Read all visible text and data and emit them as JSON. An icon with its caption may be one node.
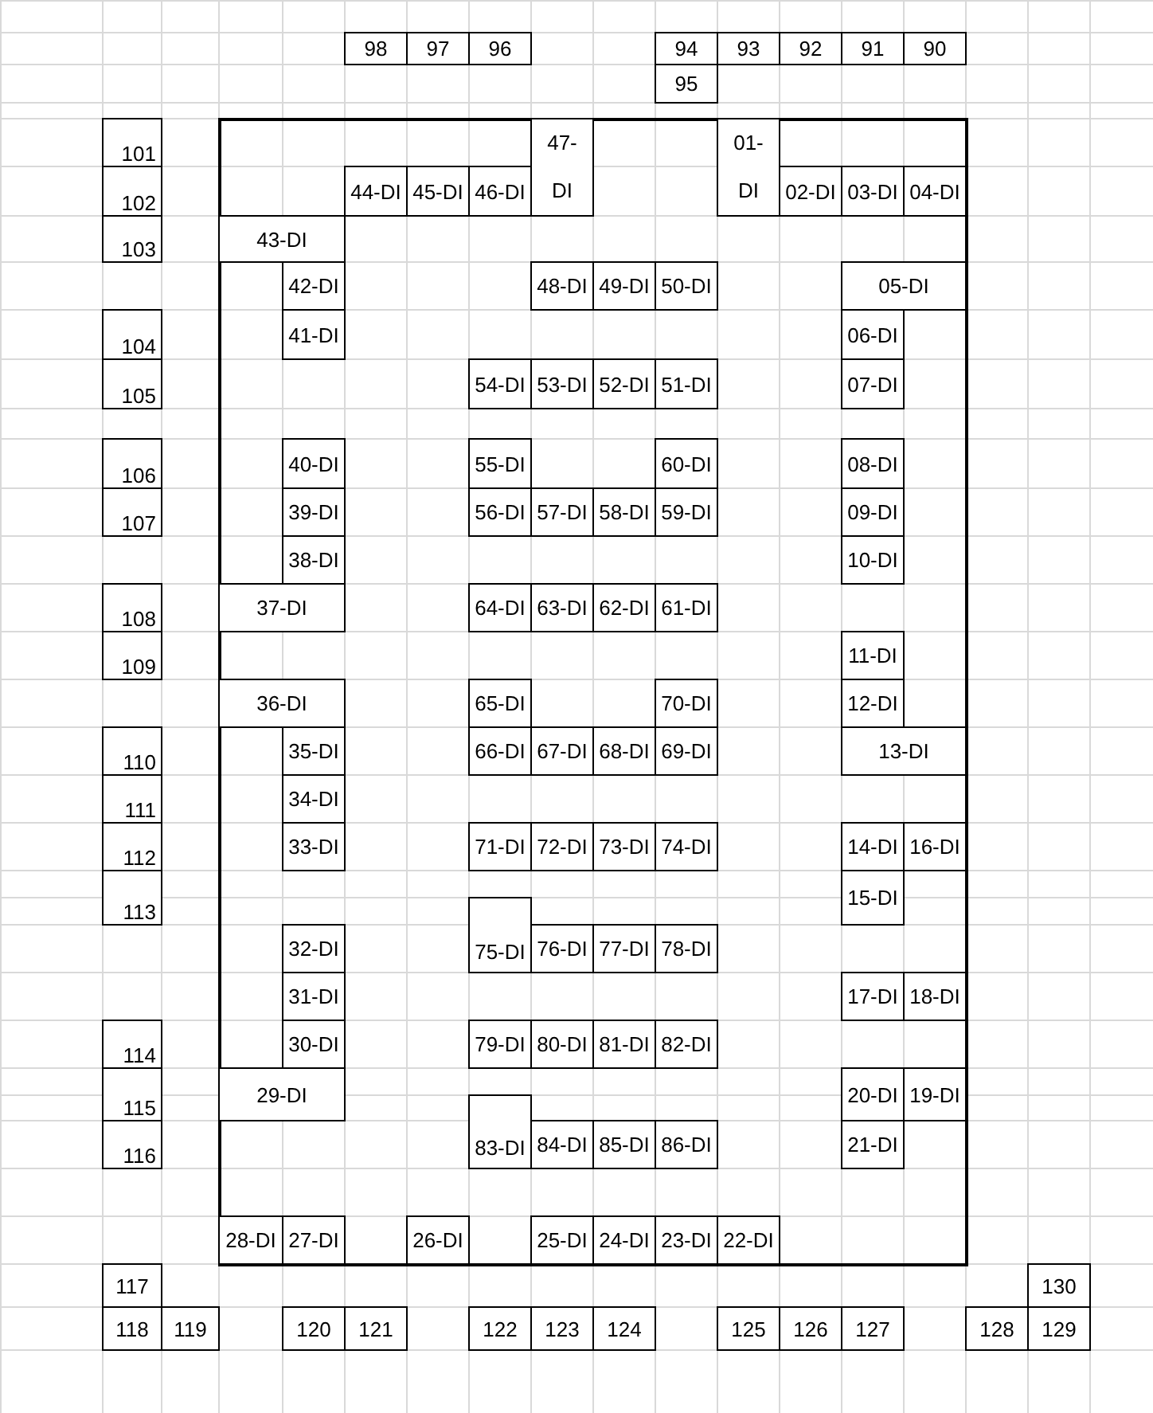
{
  "diagram": {
    "nodes": [
      {
        "text": [],
        "shape": "box"
      },
      {
        "text": [
          "98"
        ]
      },
      {
        "text": [
          "97"
        ]
      },
      {
        "text": [
          "96"
        ]
      },
      {
        "text": [
          "94"
        ]
      },
      {
        "text": [
          "93"
        ]
      },
      {
        "text": [
          "92"
        ]
      },
      {
        "text": [
          "91"
        ]
      },
      {
        "text": [
          "90"
        ]
      },
      {
        "text": [
          "95"
        ]
      },
      {
        "text": [
          "01- DI"
        ],
        "in": 0
      },
      {
        "text": [
          "02-DI"
        ],
        "in": 0
      },
      {
        "text": [
          "03-DI"
        ],
        "in": 0
      },
      {
        "text": [
          "04-DI"
        ],
        "in": 0
      },
      {
        "text": [
          "05-DI"
        ],
        "in": 0
      },
      {
        "text": [
          "06-DI"
        ],
        "in": 0
      },
      {
        "text": [
          "07-DI"
        ],
        "in": 0
      },
      {
        "text": [
          "08-DI"
        ],
        "in": 0
      },
      {
        "text": [
          "09-DI"
        ],
        "in": 0
      },
      {
        "text": [
          "10-DI"
        ],
        "in": 0
      },
      {
        "text": [
          "11-DI"
        ],
        "in": 0
      },
      {
        "text": [
          "12-DI"
        ],
        "in": 0
      },
      {
        "text": [
          "13-DI"
        ],
        "in": 0
      },
      {
        "text": [
          "14-DI"
        ],
        "in": 0
      },
      {
        "text": [
          "15-DI"
        ],
        "in": 0
      },
      {
        "text": [
          "16-DI"
        ],
        "in": 0
      },
      {
        "text": [
          "17-DI"
        ],
        "in": 0
      },
      {
        "text": [
          "18-DI"
        ],
        "in": 0
      },
      {
        "text": [
          "19-DI"
        ],
        "in": 0
      },
      {
        "text": [
          "20-DI"
        ],
        "in": 0
      },
      {
        "text": [
          "21-DI"
        ],
        "in": 0
      },
      {
        "text": [
          "22-DI"
        ],
        "in": 0
      },
      {
        "text": [
          "23-DI"
        ],
        "in": 0
      },
      {
        "text": [
          "24-DI"
        ],
        "in": 0
      },
      {
        "text": [
          "25-DI"
        ],
        "in": 0
      },
      {
        "text": [
          "26-DI"
        ],
        "in": 0
      },
      {
        "text": [
          "27-DI"
        ],
        "in": 0
      },
      {
        "text": [
          "28-DI"
        ],
        "in": 0
      },
      {
        "text": [
          "29-DI"
        ],
        "in": 0
      },
      {
        "text": [
          "30-DI"
        ],
        "in": 0
      },
      {
        "text": [
          "31-DI"
        ],
        "in": 0
      },
      {
        "text": [
          "32-DI"
        ],
        "in": 0
      },
      {
        "text": [
          "33-DI"
        ],
        "in": 0
      },
      {
        "text": [
          "34-DI"
        ],
        "in": 0
      },
      {
        "text": [
          "35-DI"
        ],
        "in": 0
      },
      {
        "text": [
          "36-DI"
        ],
        "in": 0
      },
      {
        "text": [
          "37-DI"
        ],
        "in": 0
      },
      {
        "text": [
          "38-DI"
        ],
        "in": 0
      },
      {
        "text": [
          "39-DI"
        ],
        "in": 0
      },
      {
        "text": [
          "40-DI"
        ],
        "in": 0
      },
      {
        "text": [
          "41-DI"
        ],
        "in": 0
      },
      {
        "text": [
          "42-DI"
        ],
        "in": 0
      },
      {
        "text": [
          "43-DI"
        ],
        "in": 0
      },
      {
        "text": [
          "44-DI"
        ],
        "in": 0
      },
      {
        "text": [
          "45-DI"
        ],
        "in": 0
      },
      {
        "text": [
          "46-DI"
        ],
        "in": 0
      },
      {
        "text": [
          "47- DI"
        ],
        "in": 0
      },
      {
        "text": [
          "48-DI"
        ],
        "in": 0
      },
      {
        "text": [
          "49-DI"
        ],
        "in": 0
      },
      {
        "text": [
          "50-DI"
        ],
        "in": 0
      },
      {
        "text": [
          "51-DI"
        ],
        "in": 0
      },
      {
        "text": [
          "52-DI"
        ],
        "in": 0
      },
      {
        "text": [
          "53-DI"
        ],
        "in": 0
      },
      {
        "text": [
          "54-DI"
        ],
        "in": 0
      },
      {
        "text": [
          "55-DI"
        ],
        "in": 0
      },
      {
        "text": [
          "56-DI"
        ],
        "in": 0
      },
      {
        "text": [
          "57-DI"
        ],
        "in": 0
      },
      {
        "text": [
          "58-DI"
        ],
        "in": 0
      },
      {
        "text": [
          "59-DI"
        ],
        "in": 0
      },
      {
        "text": [
          "60-DI"
        ],
        "in": 0
      },
      {
        "text": [
          "61-DI"
        ],
        "in": 0
      },
      {
        "text": [
          "62-DI"
        ],
        "in": 0
      },
      {
        "text": [
          "63-DI"
        ],
        "in": 0
      },
      {
        "text": [
          "64-DI"
        ],
        "in": 0
      },
      {
        "text": [
          "65-DI"
        ],
        "in": 0
      },
      {
        "text": [
          "66-DI"
        ],
        "in": 0
      },
      {
        "text": [
          "67-DI"
        ],
        "in": 0
      },
      {
        "text": [
          "68-DI"
        ],
        "in": 0
      },
      {
        "text": [
          "69-DI"
        ],
        "in": 0
      },
      {
        "text": [
          "70-DI"
        ],
        "in": 0
      },
      {
        "text": [
          "71-DI"
        ],
        "in": 0
      },
      {
        "text": [
          "72-DI"
        ],
        "in": 0
      },
      {
        "text": [
          "73-DI"
        ],
        "in": 0
      },
      {
        "text": [
          "74-DI"
        ],
        "in": 0
      },
      {
        "text": [
          "75-DI"
        ],
        "in": 0
      },
      {
        "text": [
          "76-DI"
        ],
        "in": 0
      },
      {
        "text": [
          "77-DI"
        ],
        "in": 0
      },
      {
        "text": [
          "78-DI"
        ],
        "in": 0
      },
      {
        "text": [
          "79-DI"
        ],
        "in": 0
      },
      {
        "text": [
          "80-DI"
        ],
        "in": 0
      },
      {
        "text": [
          "81-DI"
        ],
        "in": 0
      },
      {
        "text": [
          "82-DI"
        ],
        "in": 0
      },
      {
        "text": [
          "83-DI"
        ],
        "in": 0
      },
      {
        "text": [
          "84-DI"
        ],
        "in": 0
      },
      {
        "text": [
          "85-DI"
        ],
        "in": 0
      },
      {
        "text": [
          "86-DI"
        ],
        "in": 0
      },
      {
        "text": [
          "101"
        ]
      },
      {
        "text": [
          "102"
        ]
      },
      {
        "text": [
          "103"
        ]
      },
      {
        "text": [
          "104"
        ]
      },
      {
        "text": [
          "105"
        ]
      },
      {
        "text": [
          "106"
        ]
      },
      {
        "text": [
          "107"
        ]
      },
      {
        "text": [
          "108"
        ]
      },
      {
        "text": [
          "109"
        ]
      },
      {
        "text": [
          "110"
        ]
      },
      {
        "text": [
          "111"
        ]
      },
      {
        "text": [
          "112"
        ]
      },
      {
        "text": [
          "113"
        ]
      },
      {
        "text": [
          "114"
        ]
      },
      {
        "text": [
          "115"
        ]
      },
      {
        "text": [
          "116"
        ]
      },
      {
        "text": [
          "117"
        ]
      },
      {
        "text": [
          "118"
        ]
      },
      {
        "text": [
          "119"
        ]
      },
      {
        "text": [
          "120"
        ]
      },
      {
        "text": [
          "121"
        ]
      },
      {
        "text": [
          "122"
        ]
      },
      {
        "text": [
          "123"
        ]
      },
      {
        "text": [
          "124"
        ]
      },
      {
        "text": [
          "125"
        ]
      },
      {
        "text": [
          "126"
        ]
      },
      {
        "text": [
          "127"
        ]
      },
      {
        "text": [
          "128"
        ]
      },
      {
        "text": [
          "129"
        ]
      },
      {
        "text": [
          "130"
        ]
      }
    ]
  }
}
